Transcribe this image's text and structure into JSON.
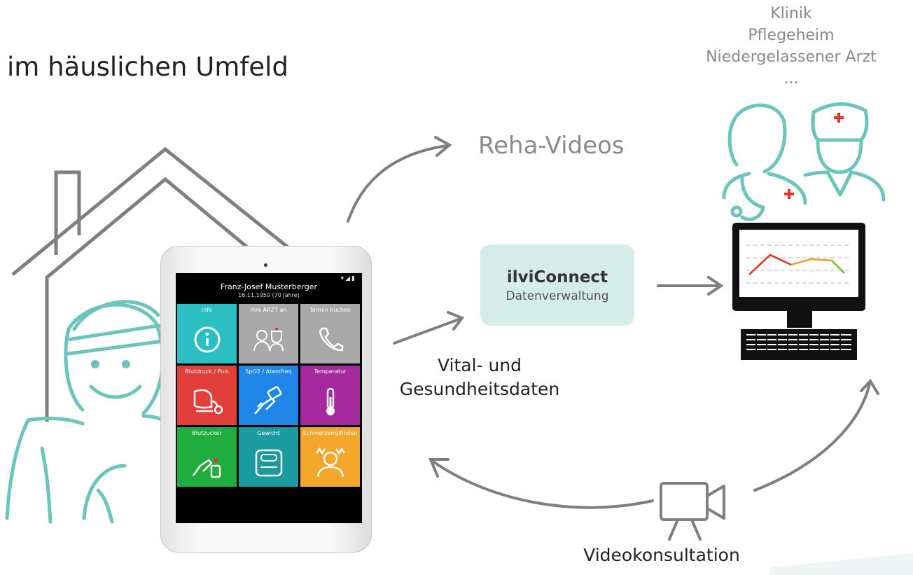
{
  "title": "im häuslichen Umfeld",
  "locations": [
    "Klinik",
    "Pflegeheim",
    "Niedergelassener Arzt",
    "..."
  ],
  "reha_label": "Reha-Videos",
  "ilvi": {
    "name": "ilviConnect",
    "subtitle": "Datenverwaltung"
  },
  "vital_label": [
    "Vital- und",
    "Gesundheitsdaten"
  ],
  "video_label": "Videokonsultation",
  "tablet": {
    "patient_name": "Franz-Josef Musterberger",
    "patient_dob": "16.11.1950 (70 Jahre)",
    "status_icons": "▾◢▮",
    "tiles": [
      {
        "label": "Info",
        "color": "#2bbfc3",
        "icon": "info-icon"
      },
      {
        "label": "Ihre ARZT an",
        "color": "#a9a9a9",
        "icon": "doctor-icon"
      },
      {
        "label": "Termin buchen",
        "color": "#a9a9a9",
        "icon": "phone-icon"
      },
      {
        "label": "Blutdruck / Puls",
        "color": "#e23f3b",
        "icon": "blood-pressure-icon"
      },
      {
        "label": "SpO2 / Atemfreq",
        "color": "#1f86e8",
        "icon": "pulse-oximeter-icon"
      },
      {
        "label": "Temperatur",
        "color": "#a52a9e",
        "icon": "thermometer-icon"
      },
      {
        "label": "Blutzucker",
        "color": "#1fae3e",
        "icon": "glucose-icon"
      },
      {
        "label": "Gewicht",
        "color": "#1a9ba0",
        "icon": "scale-icon"
      },
      {
        "label": "Schmerzempfinden",
        "color": "#f4a62a",
        "icon": "pain-icon"
      }
    ]
  },
  "colors": {
    "teal": "#6cc5bd",
    "gray": "#7f7f7f",
    "red": "#e8322a"
  }
}
